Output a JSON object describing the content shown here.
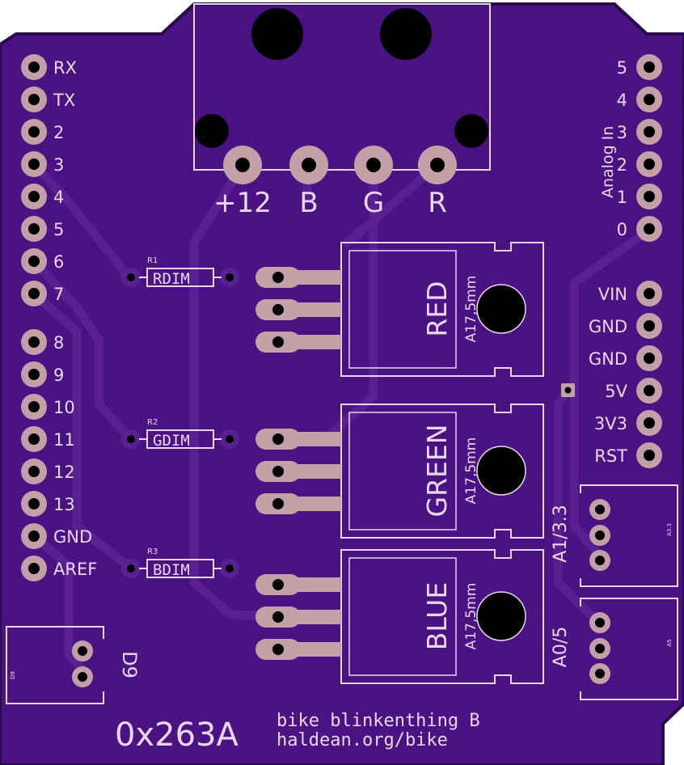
{
  "colors": {
    "board": "#4a1282",
    "board_edge": "#2a0a4e",
    "trace": "#5a1f93",
    "copper": "#c3a0a8",
    "hole": "#000000",
    "silkscreen": "#e8d8ee"
  },
  "header_left": [
    "RX",
    "TX",
    "2",
    "3",
    "4",
    "5",
    "6",
    "7",
    "8",
    "9",
    "10",
    "11",
    "12",
    "13",
    "GND",
    "AREF"
  ],
  "analog_header": [
    "5",
    "4",
    "3",
    "2",
    "1",
    "0"
  ],
  "analog_title": "Analog In",
  "power_header": [
    "VIN",
    "GND",
    "GND",
    "5V",
    "3V3",
    "RST"
  ],
  "connector": {
    "labels": [
      "+12",
      "B",
      "G",
      "R"
    ]
  },
  "resistors": [
    {
      "ref": "R1",
      "value": "RDIM"
    },
    {
      "ref": "R2",
      "value": "GDIM"
    },
    {
      "ref": "R3",
      "value": "BDIM"
    }
  ],
  "transistors": [
    {
      "name": "RED",
      "package": "A17,5mm"
    },
    {
      "name": "GREEN",
      "package": "A17,5mm"
    },
    {
      "name": "BLUE",
      "package": "A17,5mm"
    }
  ],
  "jst_right": [
    {
      "ref": "A3.3",
      "label": "A1/3.3"
    },
    {
      "ref": "A5",
      "label": "A0/5"
    }
  ],
  "jst_left": {
    "ref": "D9",
    "label": "D9"
  },
  "footer": {
    "id": "0x263A",
    "line1": "bike blinkenthing B",
    "line2": "haldean.org/bike"
  }
}
